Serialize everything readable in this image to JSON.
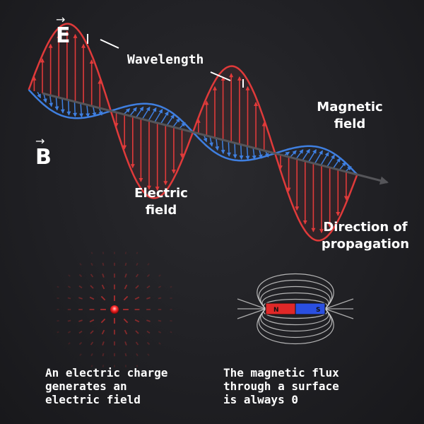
{
  "wave": {
    "e_symbol": "E",
    "b_symbol": "B",
    "wavelength_label": "Wavelength",
    "electric_field_label": "Electric\nfield",
    "magnetic_field_label": "Magnetic\nfield",
    "direction_label": "Direction of\npropagation"
  },
  "captions": {
    "charge": "An electric charge\ngenerates an\nelectric field",
    "magnet": "The magnetic flux\nthrough a surface\nis always 0"
  },
  "magnet": {
    "north_label": "N",
    "south_label": "S"
  },
  "colors": {
    "electric": "#e03a3a",
    "magnetic": "#3f7fe0",
    "axis": "#555559",
    "text": "#ffffff",
    "field_line": "#cfcfcf"
  }
}
